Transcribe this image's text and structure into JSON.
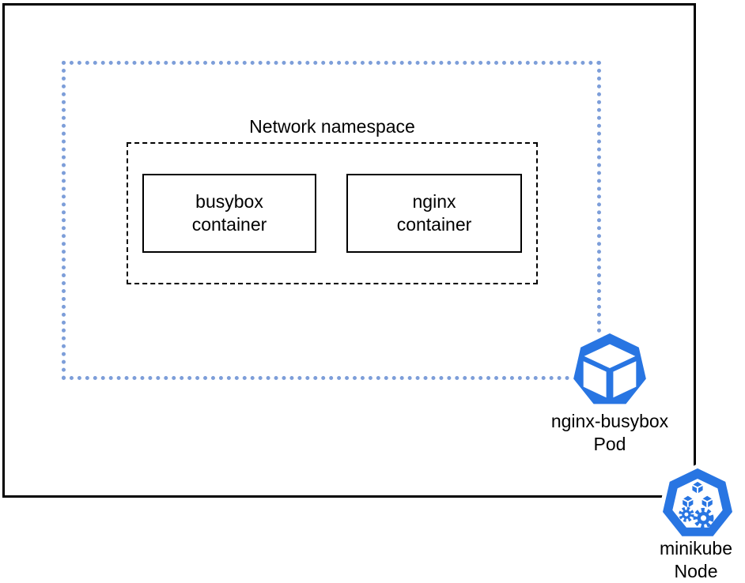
{
  "diagram": {
    "node": {
      "name_line1": "minikube",
      "name_line2": "Node",
      "icon": "kubernetes-node-icon"
    },
    "pod": {
      "name_line1": "nginx-busybox",
      "name_line2": "Pod",
      "icon": "kubernetes-pod-icon"
    },
    "network_namespace": {
      "title": "Network namespace"
    },
    "containers": [
      {
        "name_line1": "busybox",
        "name_line2": "container"
      },
      {
        "name_line1": "nginx",
        "name_line2": "container"
      }
    ],
    "colors": {
      "pod_boundary_blue": "#7D9ED9",
      "kubernetes_blue": "#2875E2",
      "line_black": "#000000"
    }
  }
}
